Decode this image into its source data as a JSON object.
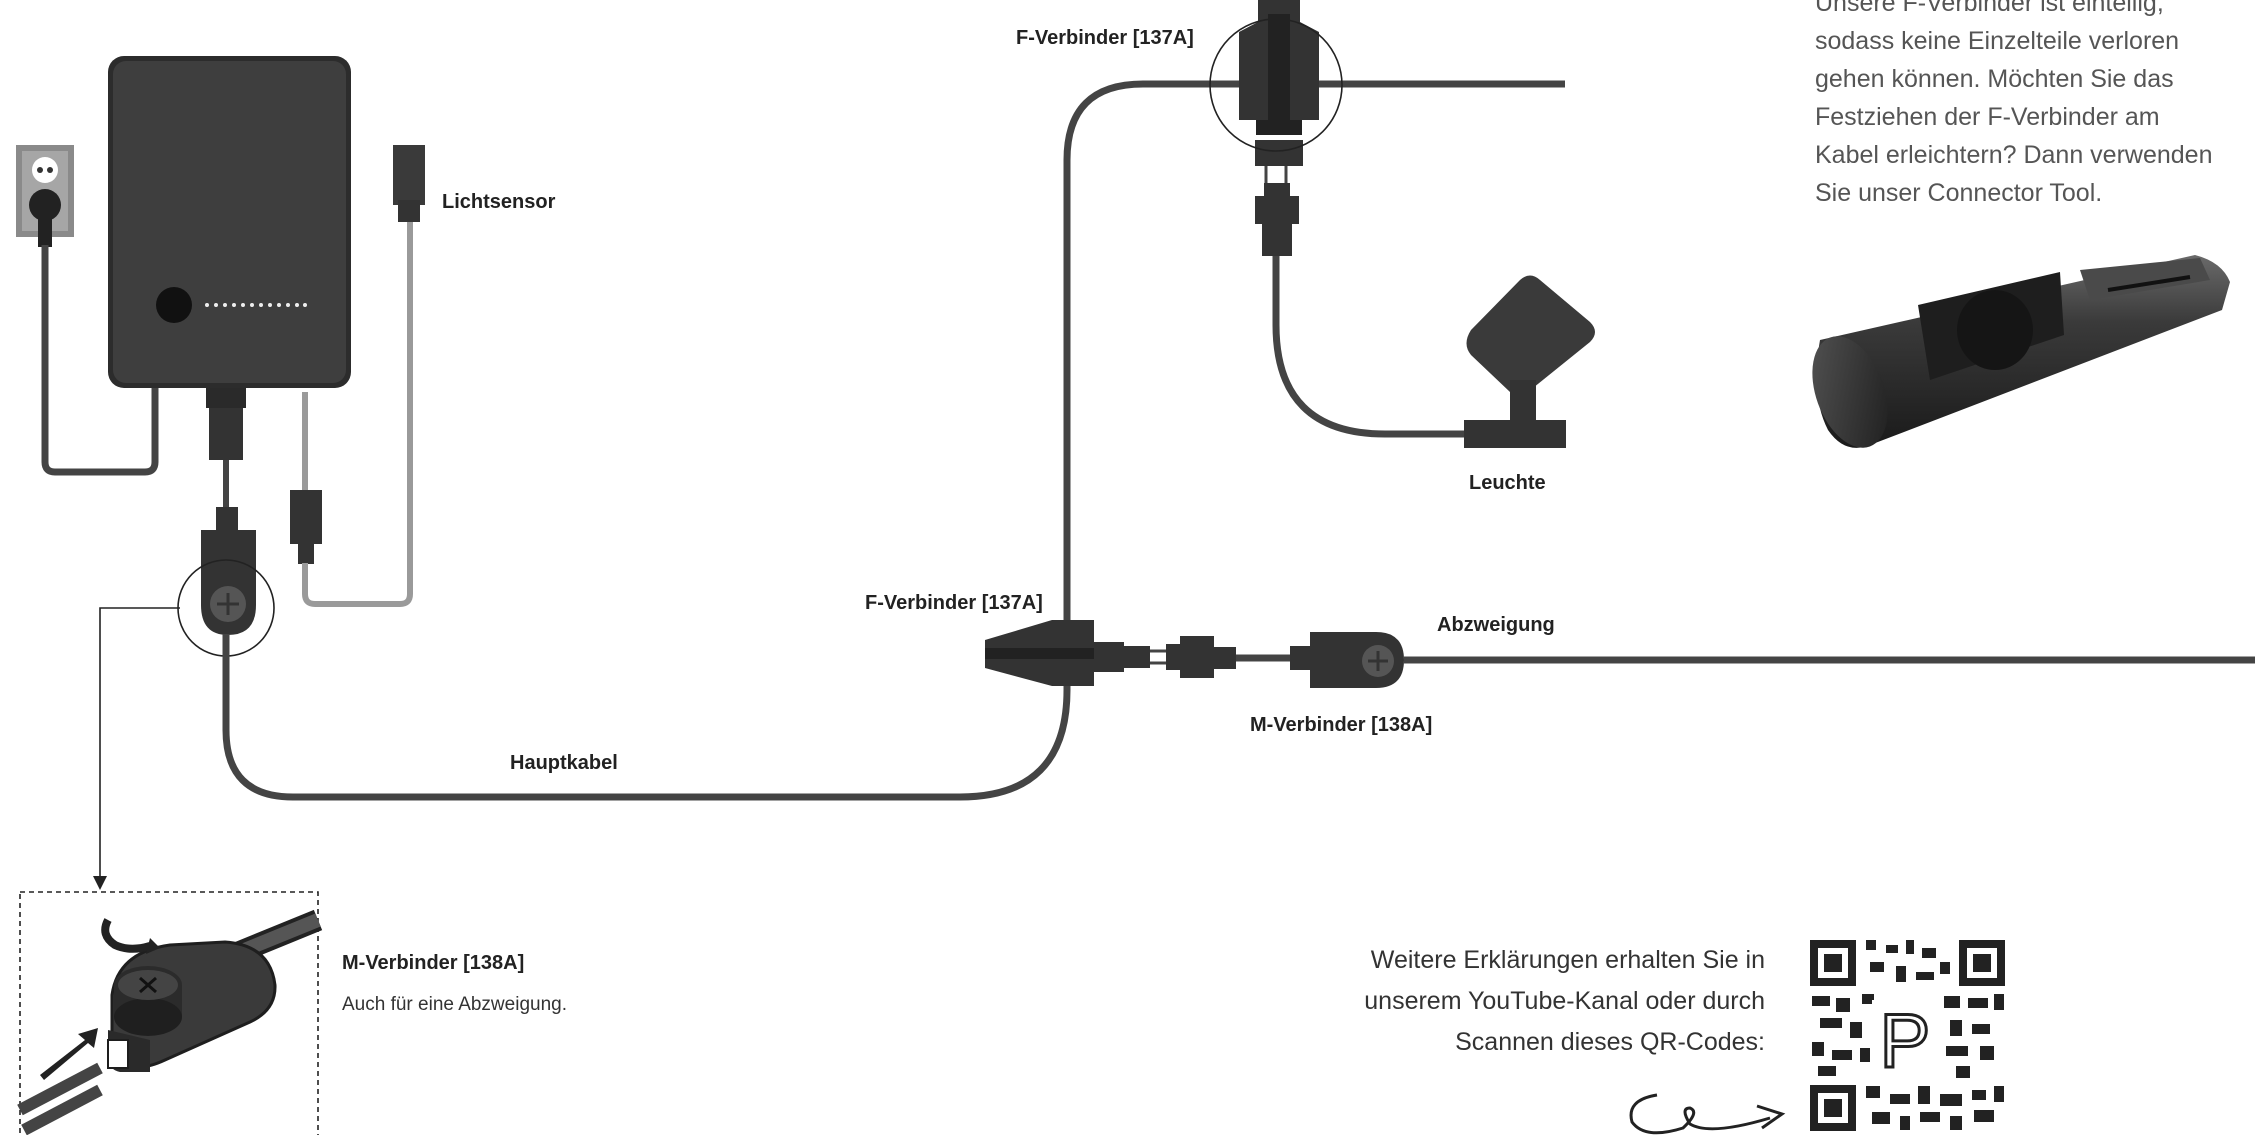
{
  "labels": {
    "lichtsensor": "Lichtsensor",
    "f_verbinder_top": "F-Verbinder [137A]",
    "leuchte": "Leuchte",
    "f_verbinder_mid": "F-Verbinder [137A]",
    "abzweigung": "Abzweigung",
    "m_verbinder_mid": "M-Verbinder [138A]",
    "hauptkabel": "Hauptkabel"
  },
  "inset": {
    "title": "M-Verbinder [138A]",
    "subtitle": "Auch für eine Abzweigung."
  },
  "info_text": {
    "lines": [
      "Unsere F-Verbinder ist einteilig,",
      "sodass keine Einzelteile verloren",
      "gehen können. Möchten Sie das",
      "Festziehen der F-Verbinder am",
      "Kabel erleichtern? Dann verwenden",
      "Sie unser Connector Tool."
    ]
  },
  "qr_text": {
    "lines": [
      "Weitere Erklärungen erhalten Sie in",
      "unserem YouTube-Kanal oder durch",
      "Scannen dieses QR-Codes:"
    ]
  },
  "qr_logo_letter": "P",
  "icons": {
    "power_socket": "power-socket-icon",
    "controller": "controller-icon",
    "light_sensor": "light-sensor-icon",
    "lamp": "lamp-icon",
    "qr_code": "qr-code-icon",
    "connector_tool": "connector-tool-photo"
  },
  "colors": {
    "cable": "#444444",
    "sensor_cable": "#9a9a9a",
    "device": "#3c3c3c",
    "connector": "#333333"
  }
}
